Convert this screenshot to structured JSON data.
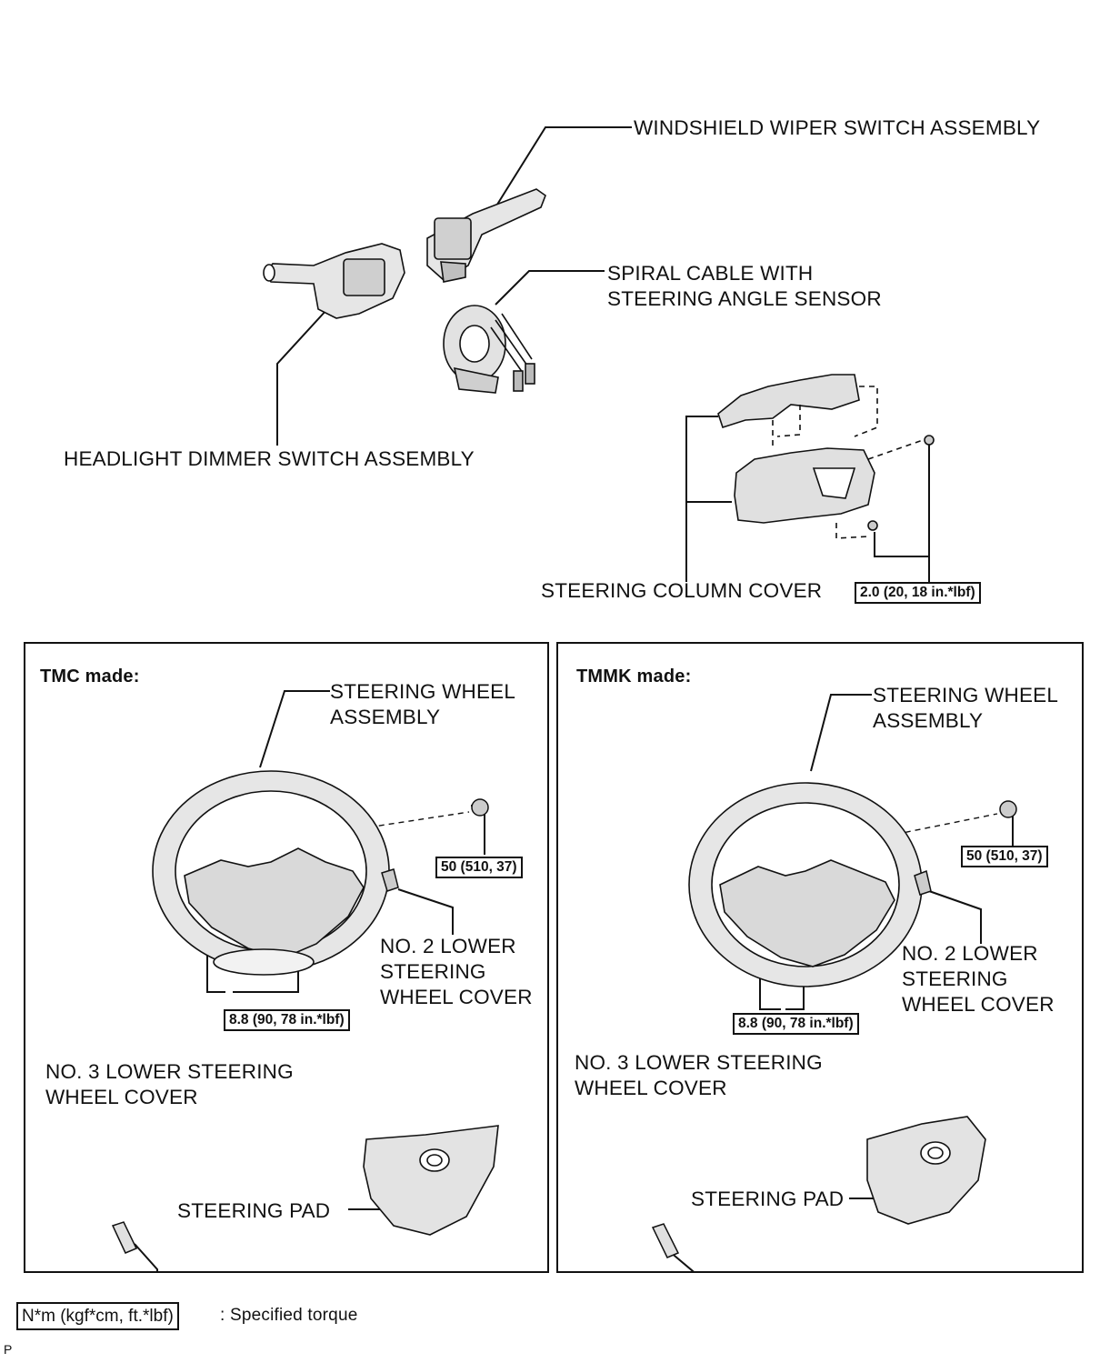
{
  "top": {
    "wiper_switch": "WINDSHIELD WIPER SWITCH ASSEMBLY",
    "spiral_cable_line1": "SPIRAL CABLE WITH",
    "spiral_cable_line2": "STEERING ANGLE SENSOR",
    "headlight_switch": "HEADLIGHT DIMMER SWITCH ASSEMBLY",
    "column_cover": "STEERING COLUMN COVER",
    "column_torque": "2.0 (20, 18 in.*lbf)"
  },
  "panels": [
    {
      "heading": "TMC made:",
      "wheel_line1": "STEERING WHEEL",
      "wheel_line2": "ASSEMBLY",
      "nut_torque": "50 (510, 37)",
      "screw_torque": "8.8 (90, 78 in.*lbf)",
      "no2_line1": "NO. 2 LOWER",
      "no2_line2": "STEERING",
      "no2_line3": "WHEEL COVER",
      "no3_line1": "NO. 3 LOWER STEERING",
      "no3_line2": "WHEEL COVER",
      "pad": "STEERING PAD"
    },
    {
      "heading": "TMMK made:",
      "wheel_line1": "STEERING WHEEL",
      "wheel_line2": "ASSEMBLY",
      "nut_torque": "50 (510, 37)",
      "screw_torque": "8.8 (90, 78 in.*lbf)",
      "no2_line1": "NO. 2 LOWER",
      "no2_line2": "STEERING",
      "no2_line3": "WHEEL COVER",
      "no3_line1": "NO. 3 LOWER STEERING",
      "no3_line2": "WHEEL COVER",
      "pad": "STEERING PAD"
    }
  ],
  "legend": {
    "box": "N*m (kgf*cm, ft.*lbf)",
    "text": ": Specified torque"
  },
  "corner_mark": "P"
}
